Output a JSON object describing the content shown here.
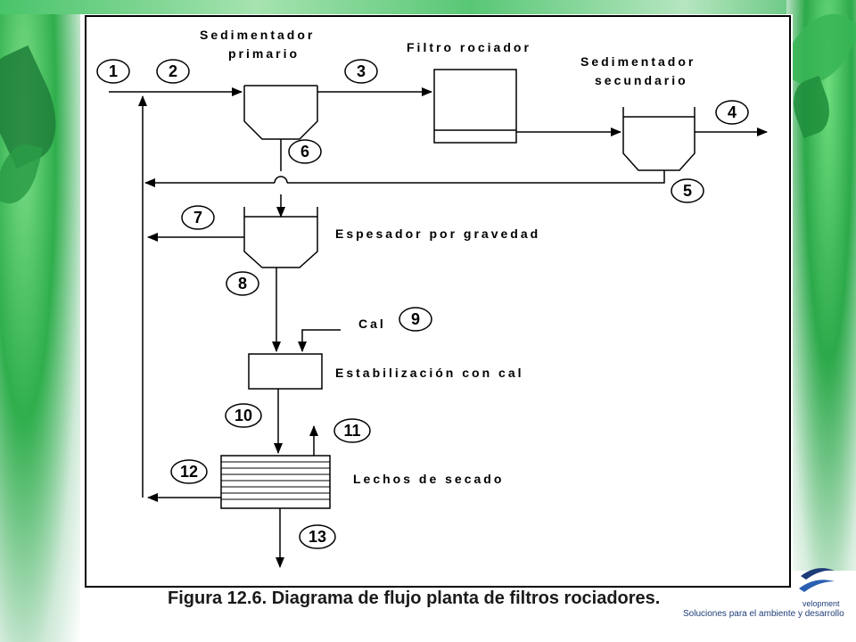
{
  "diagram": {
    "labels": {
      "sedimentador_primario_1": "Sedimentador",
      "sedimentador_primario_2": "primario",
      "filtro_rociador": "Filtro rociador",
      "sedimentador_secundario_1": "Sedimentador",
      "sedimentador_secundario_2": "secundario",
      "espesador": "Espesador por gravedad",
      "cal": "Cal",
      "estabilizacion": "Estabilización con cal",
      "lechos": "Lechos de secado"
    },
    "streams": [
      "1",
      "2",
      "3",
      "4",
      "5",
      "6",
      "7",
      "8",
      "9",
      "10",
      "11",
      "12",
      "13"
    ]
  },
  "caption": "Figura 12.6. Diagrama de flujo planta de filtros rociadores.",
  "logo": {
    "word": "velopment",
    "tagline": "Soluciones para el ambiente y desarrollo",
    "color": "#1e3c78"
  },
  "colors": {
    "line": "#000000",
    "background": "#ffffff",
    "leaf_green": "#2fae4c"
  }
}
